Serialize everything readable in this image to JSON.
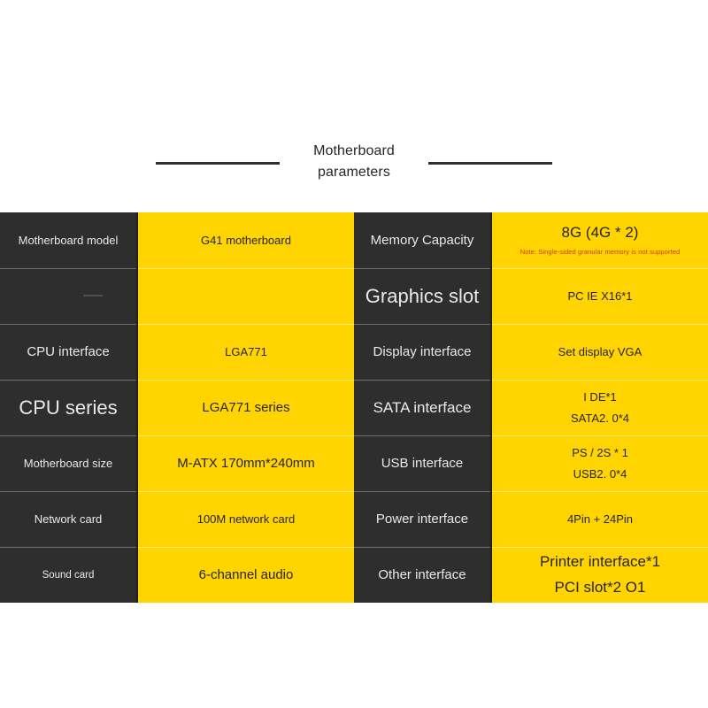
{
  "header": {
    "title_line1": "Motherboard",
    "title_line2": "parameters"
  },
  "colors": {
    "accent_yellow": "#FFD400",
    "dark_panel": "#2E2E2E",
    "note_red": "#CC3A10",
    "label_text": "#E9E9E9",
    "value_text": "#262626"
  },
  "table": {
    "rows": [
      {
        "label_left": "Motherboard model",
        "value_left": "G41 motherboard",
        "label_right": "Memory Capacity",
        "value_right": "8G (4G * 2)",
        "value_right_note": "Note: Single-sided granular memory is not supported"
      },
      {
        "label_left": "",
        "value_left": "",
        "label_right": "Graphics slot",
        "value_right": "PC IE X16*1"
      },
      {
        "label_left": "CPU interface",
        "value_left": "LGA771",
        "label_right": "Display interface",
        "value_right": "Set display VGA"
      },
      {
        "label_left": "CPU series",
        "value_left": "LGA771 series",
        "label_right": "SATA interface",
        "value_right_line1": "I DE*1",
        "value_right_line2": "SATA2. 0*4"
      },
      {
        "label_left": "Motherboard size",
        "value_left": "M-ATX 170mm*240mm",
        "label_right": "USB interface",
        "value_right_line1": "PS / 2S * 1",
        "value_right_line2": "USB2. 0*4"
      },
      {
        "label_left": "Network card",
        "value_left": "100M network card",
        "label_right": "Power interface",
        "value_right": "4Pin + 24Pin"
      },
      {
        "label_left": "Sound card",
        "value_left": "6-channel audio",
        "label_right": "Other interface",
        "value_right_line1": "Printer interface*1",
        "value_right_line2": "PCI slot*2 O1"
      }
    ]
  }
}
